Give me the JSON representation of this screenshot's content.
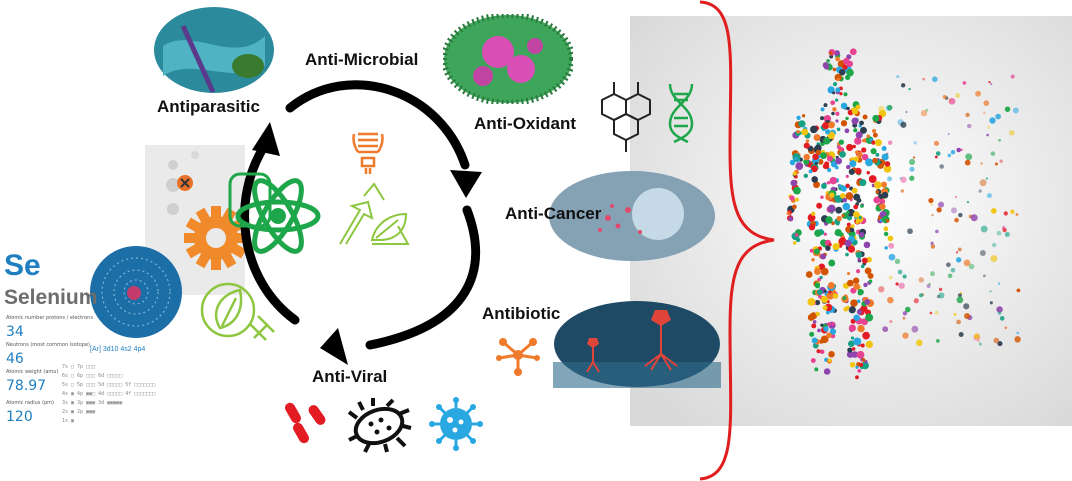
{
  "labels": {
    "antiparasitic": "Antiparasitic",
    "anti_microbial": "Anti-Microbial",
    "anti_oxidant": "Anti-Oxidant",
    "anti_cancer": "Anti-Cancer",
    "antibiotic": "Antibiotic",
    "anti_viral": "Anti-Viral"
  },
  "element_card": {
    "symbol": "Se",
    "name": "Selenium",
    "atomic_number_label": "Atomic number protons / electrons",
    "atomic_number": "34",
    "neutrons_label": "Neutrons (most common isotope)",
    "neutrons": "46",
    "atomic_weight_label": "Atomic weight (amu)",
    "atomic_weight": "78.97",
    "atomic_radius_label": "Atomic radius (pm)",
    "atomic_radius": "120",
    "electron_config": "[Ar] 3d10 4s2 4p4",
    "shells": [
      "7s □ 7p □□□",
      "6s □ 6p □□□   6d □□□□□",
      "5s □ 5p □□□   5d □□□□□   5f □□□□□□□",
      "4s ▣ 4p ▣▣□   4d □□□□□   4f □□□□□□□",
      "3s ▣ 3p ▣▣▣   3d ▣▣▣▣▣",
      "2s ▣ 2p ▣▣▣",
      "1s ▣"
    ]
  },
  "colors": {
    "arrow": "#000000",
    "green_icon": "#1ea64a",
    "light_green": "#8dc63f",
    "orange": "#f07a2c",
    "brace": "#e01e1e",
    "bacteria_red": "#e31b23",
    "virus_blue": "#29a7e1",
    "element_blue": "#1f7fc0"
  },
  "icons": [
    "atom-icon",
    "lightbulb-icon",
    "recycle-leaf-icon",
    "leaf-plug-icon",
    "gear-icon",
    "molecule-hexagon-icon",
    "dna-icon",
    "nanoparticle-icon",
    "bacteria-rods-icon",
    "bacterium-icon",
    "virus-icon",
    "human-body-figure"
  ]
}
